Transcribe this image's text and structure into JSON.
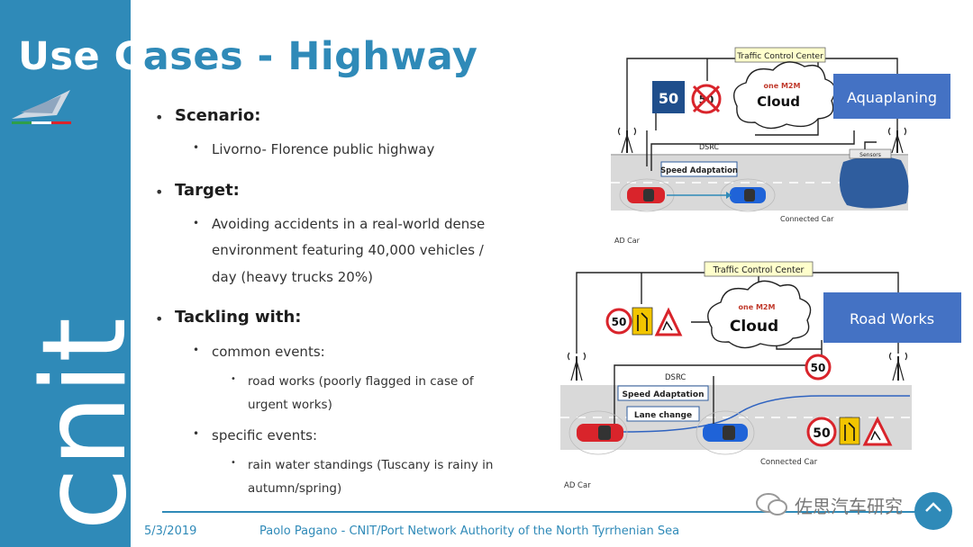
{
  "slide": {
    "title_part1": "Use C",
    "title_part2": "ases - Highway",
    "brand_mark": "cnit"
  },
  "bullets": {
    "scenario_label": "Scenario:",
    "scenario_item": "Livorno- Florence public highway",
    "target_label": "Target:",
    "target_line1": "Avoiding accidents in a real-world dense",
    "target_line2": "environment featuring 40,000 vehicles /",
    "target_line3": "day (heavy trucks 20%)",
    "tackling_label": "Tackling with:",
    "common_label": "common events:",
    "road_works_line1": "road works (poorly flagged in case of",
    "road_works_line2": "urgent works)",
    "specific_label": "specific events:",
    "rain_line1": "rain water standings (Tuscany is rainy in",
    "rain_line2": "autumn/spring)"
  },
  "diagram_top": {
    "tcc_label": "Traffic Control Center",
    "cloud_label": "Cloud",
    "onem2m_label": "one M2M",
    "event_label": "Aquaplaning",
    "speed_sign": "50",
    "crossed_sign": "50",
    "dsrc_label": "DSRC",
    "speed_adaptation": "Speed Adaptation",
    "sensors_label": "Sensors",
    "connected_car": "Connected Car",
    "ad_car": "AD Car"
  },
  "diagram_bottom": {
    "tcc_label": "Traffic Control Center",
    "cloud_label": "Cloud",
    "onem2m_label": "one M2M",
    "event_label": "Road Works",
    "speed_sign": "50",
    "road_speed_sign": "50",
    "car_speed_sign": "50",
    "dsrc_label": "DSRC",
    "speed_adaptation": "Speed Adaptation",
    "lane_change": "Lane change",
    "connected_car": "Connected Car",
    "ad_car": "AD Car"
  },
  "footer": {
    "date": "5/3/2019",
    "author": "Paolo Pagano - CNIT/Port Network Authority of the North Tyrrhenian Sea",
    "watermark": "佐思汽车研究"
  },
  "colors": {
    "accent": "#2f8ab8",
    "event_box": "#4472c4",
    "sign_red": "#d9242b"
  }
}
